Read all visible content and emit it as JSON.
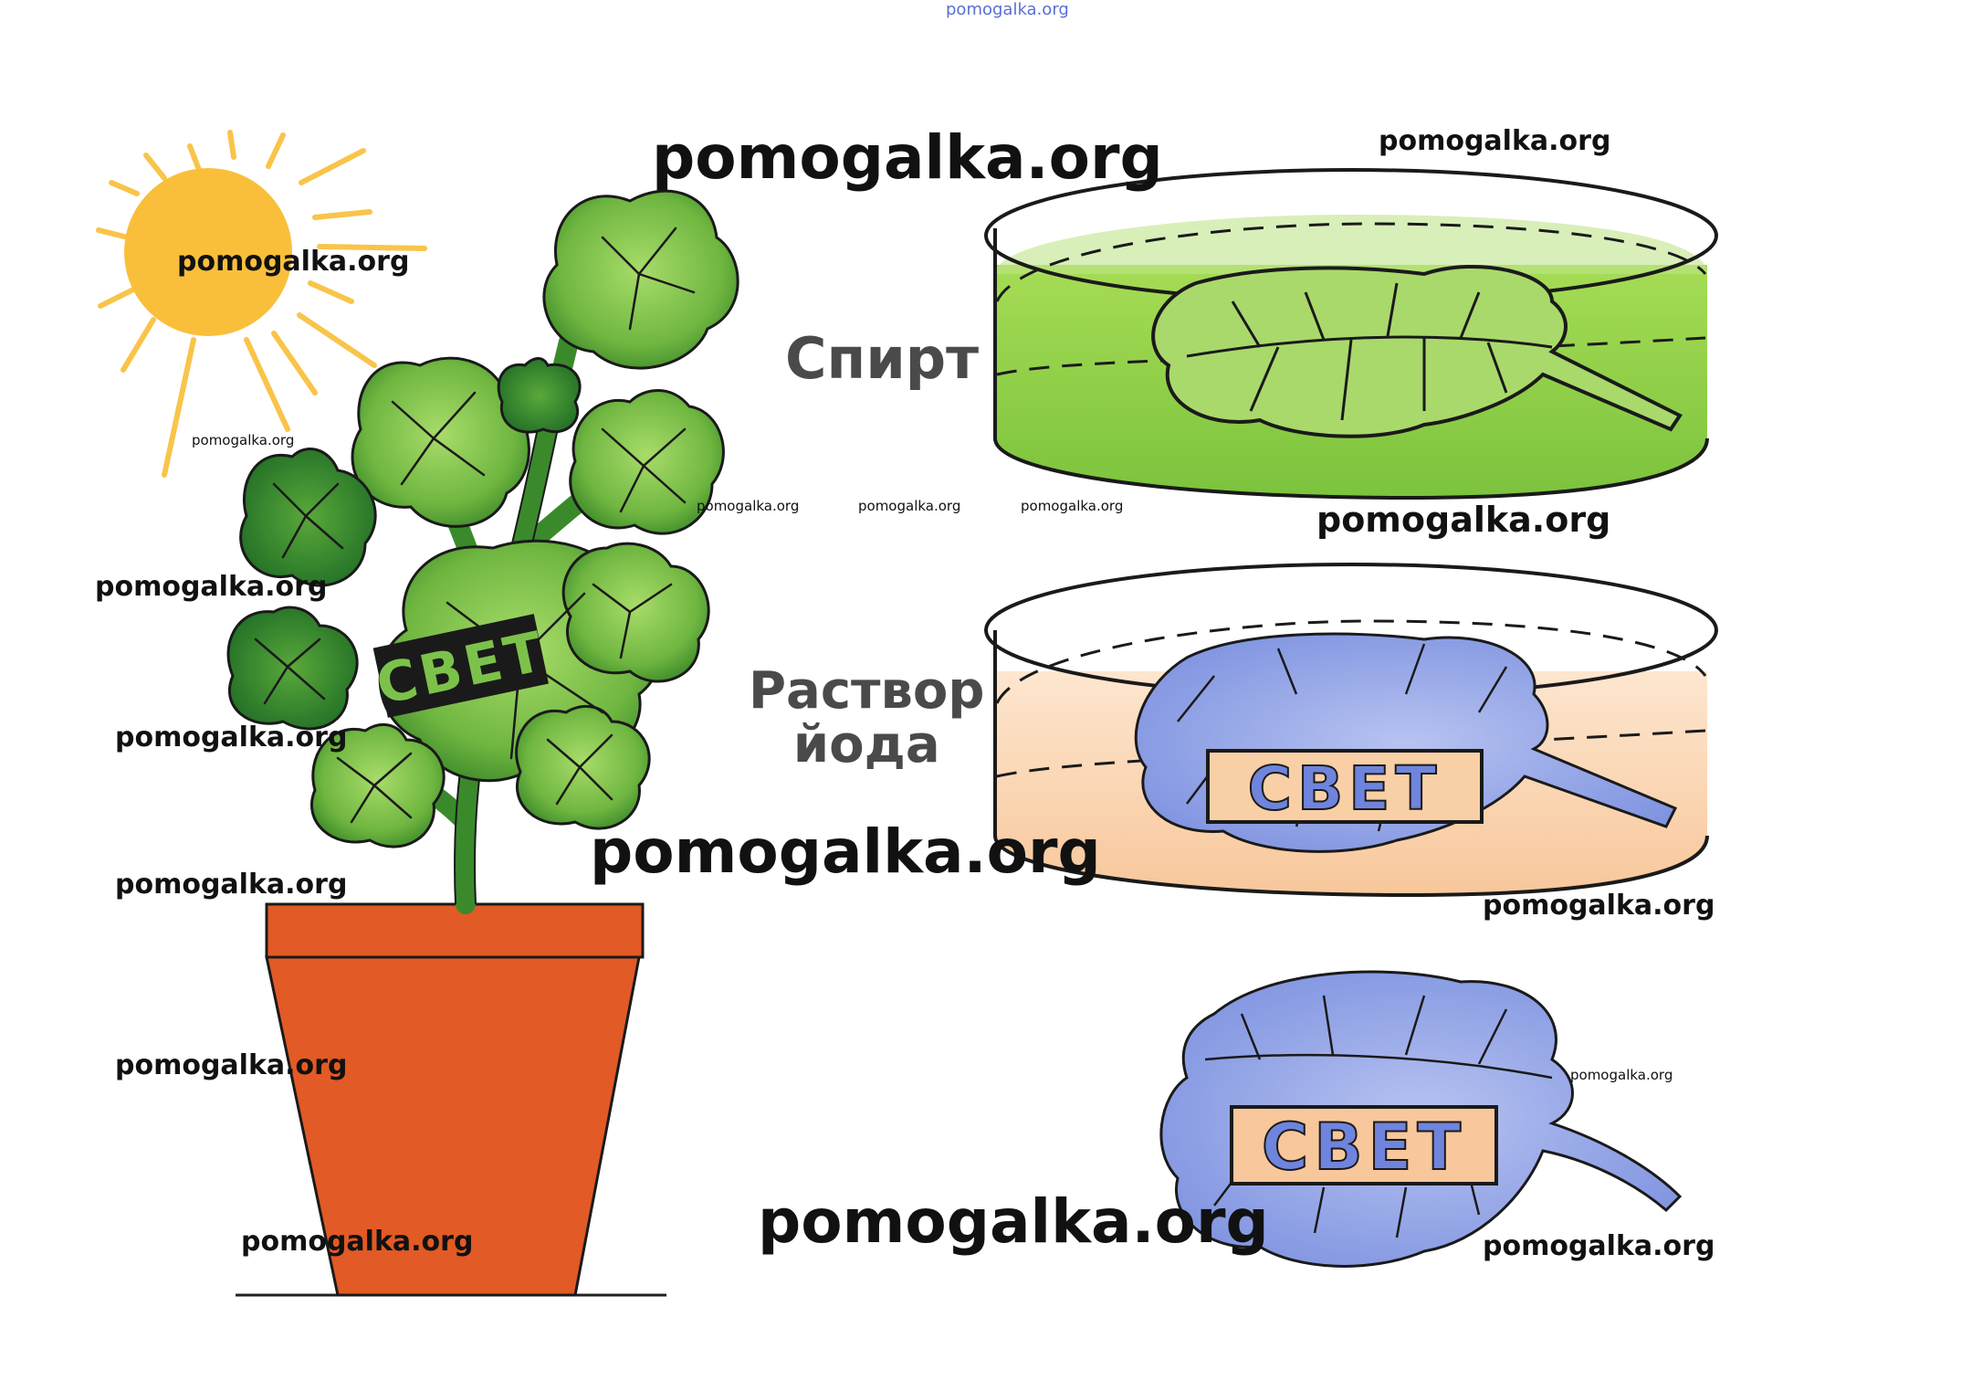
{
  "watermark": "pomogalka.org",
  "labels": {
    "alcohol": "Спирт",
    "iodine_line1": "Раствор",
    "iodine_line2": "йода",
    "stencil": "СВЕТ"
  },
  "colors": {
    "sun": "#f9bf3b",
    "leaf_green": "#7cc24a",
    "leaf_dark": "#3d8a2a",
    "pot": "#e25a25",
    "alcohol_liquid": "#94d34a",
    "iodine_liquid": "#f9cfa6",
    "leaf_blue": "#8b9ee6",
    "outline": "#1a1a1a"
  },
  "icons": [
    "sun-icon",
    "potted-plant-icon",
    "petri-dish-alcohol-icon",
    "petri-dish-iodine-icon",
    "stained-leaf-icon"
  ]
}
